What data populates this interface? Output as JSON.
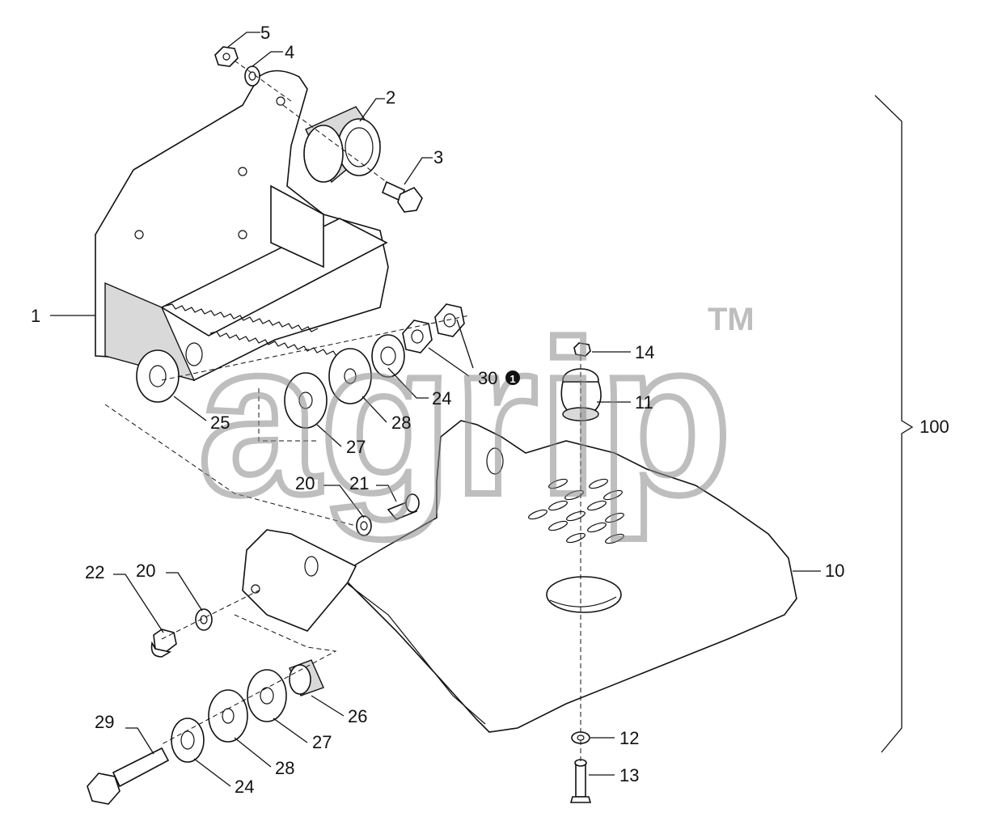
{
  "diagram": {
    "labels": [
      {
        "id": "p1",
        "text": "1"
      },
      {
        "id": "p2",
        "text": "2"
      },
      {
        "id": "p3",
        "text": "3"
      },
      {
        "id": "p4",
        "text": "4"
      },
      {
        "id": "p5",
        "text": "5"
      },
      {
        "id": "p10",
        "text": "10"
      },
      {
        "id": "p11",
        "text": "11"
      },
      {
        "id": "p12",
        "text": "12"
      },
      {
        "id": "p13",
        "text": "13"
      },
      {
        "id": "p14",
        "text": "14"
      },
      {
        "id": "p20a",
        "text": "20"
      },
      {
        "id": "p20b",
        "text": "20"
      },
      {
        "id": "p21",
        "text": "21"
      },
      {
        "id": "p22",
        "text": "22"
      },
      {
        "id": "p24a",
        "text": "24"
      },
      {
        "id": "p24b",
        "text": "24"
      },
      {
        "id": "p25",
        "text": "25"
      },
      {
        "id": "p26",
        "text": "26"
      },
      {
        "id": "p27a",
        "text": "27"
      },
      {
        "id": "p27b",
        "text": "27"
      },
      {
        "id": "p28a",
        "text": "28"
      },
      {
        "id": "p28b",
        "text": "28"
      },
      {
        "id": "p29",
        "text": "29"
      },
      {
        "id": "p30",
        "text": "30"
      },
      {
        "id": "p100",
        "text": "100"
      }
    ],
    "note_marker": "1",
    "watermark": "agrip",
    "trademark": "TM",
    "line_color": "#111111",
    "watermark_color": "#8a8a8a"
  }
}
